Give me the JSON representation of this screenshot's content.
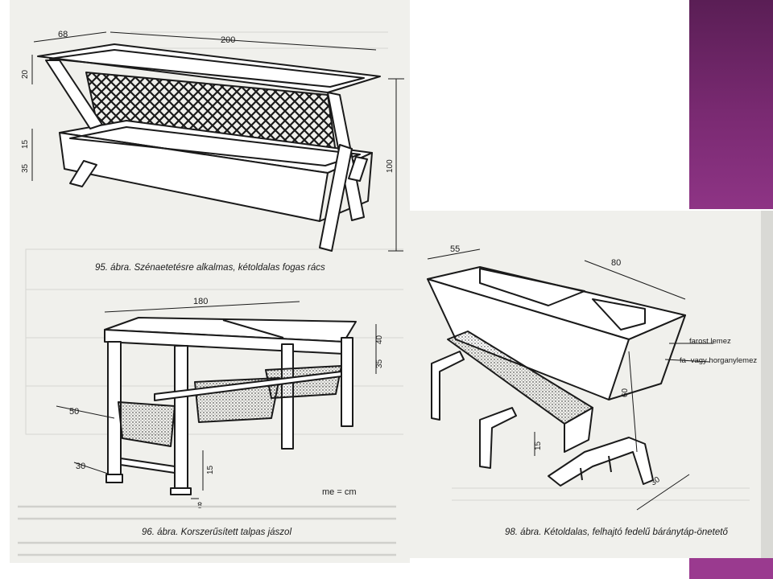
{
  "captions": {
    "fig95": "95. ábra. Szénaetetésre alkalmas, kétoldalas fogas rács",
    "fig96": "96. ábra. Korszerűsített talpas jászol",
    "fig98": "98. ábra. Kétoldalas, felhajtó fedelű báránytáp-önetető"
  },
  "fig95": {
    "d68": "68",
    "d200": "200",
    "d20": "20",
    "d15": "15",
    "d35": "35",
    "d100": "100"
  },
  "fig96": {
    "d180": "180",
    "d40": "40",
    "d35": "35",
    "d50": "50",
    "d30": "30",
    "d15": "15",
    "d8": "8",
    "units": "me = cm"
  },
  "fig98": {
    "d55": "55",
    "d80": "80",
    "d60": "60",
    "d15": "15",
    "d30": "30",
    "label1": "farost lemez",
    "label2": "fa- vagy horganylemez"
  },
  "colors": {
    "accent": "#7a2a72",
    "line": "#1a1a1a",
    "paper": "#f0f0ec"
  }
}
